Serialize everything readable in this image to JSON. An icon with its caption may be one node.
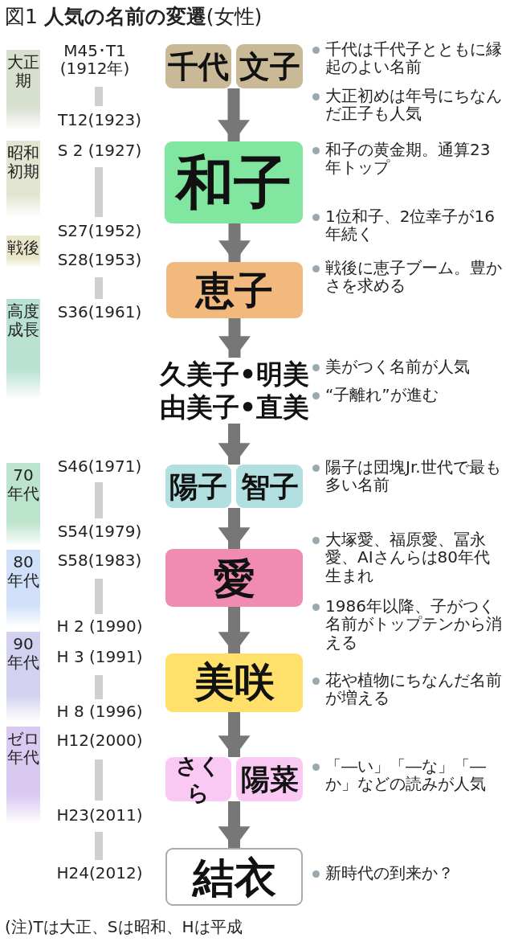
{
  "diagram": {
    "title": "図1 **人気の名前の変遷**(女性)",
    "caption": "(注)Tは大正、Sは昭和、Hは平成",
    "nodes": [
      {
        "text": [
          "千代"
        ],
        "beside": [
          "千代は千代子とともに縁起のよい名前",
          "大正初めは年号にちなんだ正子も人気"
        ]
      },
      {
        "text": [
          "文子"
        ]
      },
      {
        "text": [
          "和子"
        ],
        "beside": [
          "和子の黄金期。通算23年トップ",
          "1位和子、2位幸子が16年続く"
        ]
      },
      {
        "text": [
          "恵子"
        ],
        "beside": [
          "戦後に恵子ブーム。豊かさを求める"
        ]
      },
      {
        "text": [
          "久美子•明美",
          "由美子•直美"
        ],
        "beside": [
          "美がつく名前が人気",
          "“子離れ”が進む"
        ]
      },
      {
        "text": [
          "陽子"
        ]
      },
      {
        "text": [
          "智子"
        ],
        "beside": [
          "陽子は団塊Jr.世代で最も多い名前"
        ]
      },
      {
        "text": [
          "愛"
        ],
        "beside": [
          "大塚愛、福原愛、冨永愛、AIさんらは80年代生まれ",
          "1986年以降、子がつく名前がトップテンから消える"
        ]
      },
      {
        "text": [
          "美咲"
        ],
        "beside": [
          "花や植物にちなんだ名前が増える"
        ]
      },
      {
        "text": [
          "さくら"
        ]
      },
      {
        "text": [
          "陽菜"
        ],
        "beside": [
          "「―い」「―な」「―か」などの読みが人気"
        ]
      },
      {
        "text": [
          "結衣"
        ],
        "beside": [
          "新時代の到来か？"
        ]
      }
    ],
    "edges": [
      {
        "from": 0,
        "to": 2,
        "arrow": "to"
      },
      {
        "from": 1,
        "to": 2,
        "arrow": "to"
      },
      {
        "from": 2,
        "to": 3,
        "arrow": "to"
      },
      {
        "from": 3,
        "to": 4,
        "arrow": "to"
      },
      {
        "from": 4,
        "to": 5,
        "arrow": "to"
      },
      {
        "from": 4,
        "to": 6,
        "arrow": "to"
      },
      {
        "from": 5,
        "to": 7,
        "arrow": "to"
      },
      {
        "from": 6,
        "to": 7,
        "arrow": "to"
      },
      {
        "from": 7,
        "to": 8,
        "arrow": "to"
      },
      {
        "from": 8,
        "to": 9,
        "arrow": "to"
      },
      {
        "from": 8,
        "to": 10,
        "arrow": "to"
      },
      {
        "from": 9,
        "to": 11,
        "arrow": "to"
      },
      {
        "from": 10,
        "to": 11,
        "arrow": "to"
      }
    ],
    "labels": [
      "大正期",
      "昭和初期",
      "戦後",
      "高度成長",
      "70年代",
      "80年代",
      "90年代",
      "ゼロ年代",
      "M45･T1 (1912年)",
      "T12(1923)",
      "S 2 (1927)",
      "S27(1952)",
      "S28(1953)",
      "S36(1961)",
      "S46(1971)",
      "S54(1979)",
      "S58(1983)",
      "H 2 (1990)",
      "H 3 (1991)",
      "H 8 (1996)",
      "H12(2000)",
      "H23(2011)",
      "H24(2012)"
    ]
  }
}
